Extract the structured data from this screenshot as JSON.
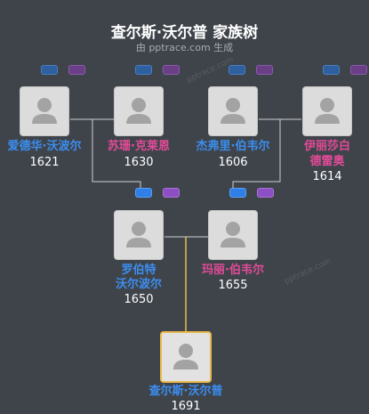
{
  "header": {
    "title": "查尔斯·沃尔普 家族树",
    "subtitle": "由 pptrace.com 生成",
    "watermark": "pptrace.com"
  },
  "colors": {
    "male": "#3b8ef0",
    "female": "#e24b97",
    "focus_border": "#e9b94c",
    "line": "#cfcfcf",
    "focus_line": "#e9b94c"
  },
  "people": [
    {
      "id": "p1",
      "name_lines": [
        "爱德华·沃波尔"
      ],
      "year": "1621",
      "gender": "male",
      "icon": "person-silhouette-icon"
    },
    {
      "id": "p2",
      "name_lines": [
        "苏珊·克莱恩"
      ],
      "year": "1630",
      "gender": "female",
      "icon": "person-silhouette-icon"
    },
    {
      "id": "p3",
      "name_lines": [
        "杰弗里·伯韦尔"
      ],
      "year": "1606",
      "gender": "male",
      "icon": "person-silhouette-icon"
    },
    {
      "id": "p4",
      "name_lines": [
        "伊丽莎白",
        "德雷奥"
      ],
      "year": "1614",
      "gender": "female",
      "icon": "person-silhouette-icon"
    },
    {
      "id": "p5",
      "name_lines": [
        "罗伯特",
        "沃尔波尔"
      ],
      "year": "1650",
      "gender": "male",
      "icon": "person-silhouette-icon"
    },
    {
      "id": "p6",
      "name_lines": [
        "玛丽·伯韦尔"
      ],
      "year": "1655",
      "gender": "female",
      "icon": "person-silhouette-icon"
    },
    {
      "id": "p7",
      "name_lines": [
        "查尔斯·沃尔普"
      ],
      "year": "1691",
      "gender": "male",
      "icon": "person-silhouette-icon",
      "focus": true
    }
  ]
}
